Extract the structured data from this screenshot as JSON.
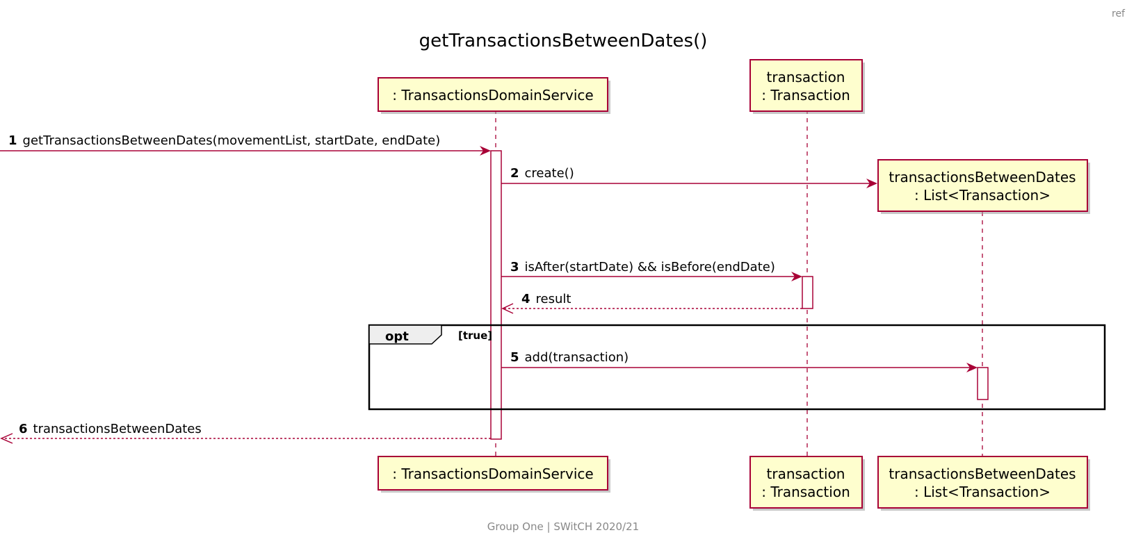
{
  "ref_label": "ref",
  "title": "getTransactionsBetweenDates()",
  "participants": {
    "service": {
      "name": ": TransactionsDomainService"
    },
    "transaction": {
      "line1": "transaction",
      "line2": ": Transaction"
    },
    "list": {
      "line1": "transactionsBetweenDates",
      "line2": ": List<Transaction>"
    }
  },
  "messages": [
    {
      "num": "1",
      "label": "getTransactionsBetweenDates(movementList, startDate, endDate)"
    },
    {
      "num": "2",
      "label": "create()"
    },
    {
      "num": "3",
      "label": "isAfter(startDate) && isBefore(endDate)"
    },
    {
      "num": "4",
      "label": "result"
    },
    {
      "num": "5",
      "label": "add(transaction)"
    },
    {
      "num": "6",
      "label": "transactionsBetweenDates"
    }
  ],
  "fragment": {
    "type": "opt",
    "guard": "[true]"
  },
  "footer": "Group One | SWitCH 2020/21",
  "colors": {
    "participant_fill": "#FEFECE",
    "line": "#A80036"
  }
}
